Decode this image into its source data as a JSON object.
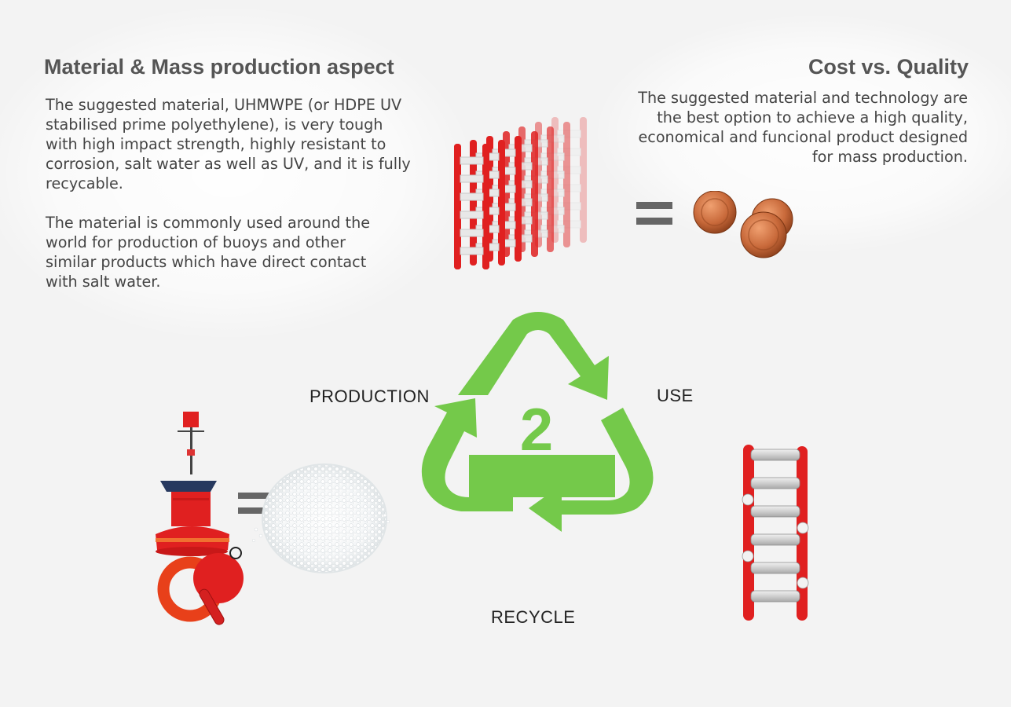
{
  "material_section": {
    "heading": "Material &  Mass production aspect",
    "paragraph_1": "The suggested material, UHMWPE (or HDPE UV stabilised prime polyethylene), is very tough with high impact strength, highly resistant to corrosion, salt water as well as UV, and it is fully recycable.",
    "paragraph_2": "The material is commonly used around the world  for  production of  buoys and other similar products which have direct contact with salt water."
  },
  "cost_section": {
    "heading": "Cost vs. Quality",
    "paragraph": "The suggested material and technology are the best option to achieve a high quality, economical and funcional product designed for mass production."
  },
  "cycle": {
    "recycling_code": "2",
    "stages": {
      "production": "PRODUCTION",
      "use": "USE",
      "recycle": "RECYCLE"
    }
  },
  "colors": {
    "recycle_green": "#74c94a",
    "product_red": "#e02020",
    "heading_gray": "#555555"
  },
  "icons": [
    "ladder-stack-image",
    "equals-sign-icon",
    "coins-image",
    "buoy-image",
    "plastic-pellets-image",
    "recycle-symbol-icon",
    "ladder-image"
  ]
}
